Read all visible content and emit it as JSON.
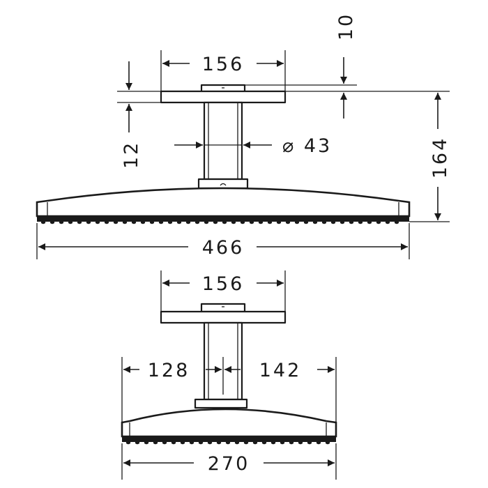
{
  "top_view": {
    "ceiling_plate_width": "156",
    "plate_offset": "10",
    "plate_thickness": "12",
    "arm_diameter": "⌀ 43",
    "total_height": "164",
    "head_width": "466"
  },
  "bottom_view": {
    "ceiling_plate_width": "156",
    "left_offset": "128",
    "right_offset": "142",
    "head_depth": "270"
  }
}
